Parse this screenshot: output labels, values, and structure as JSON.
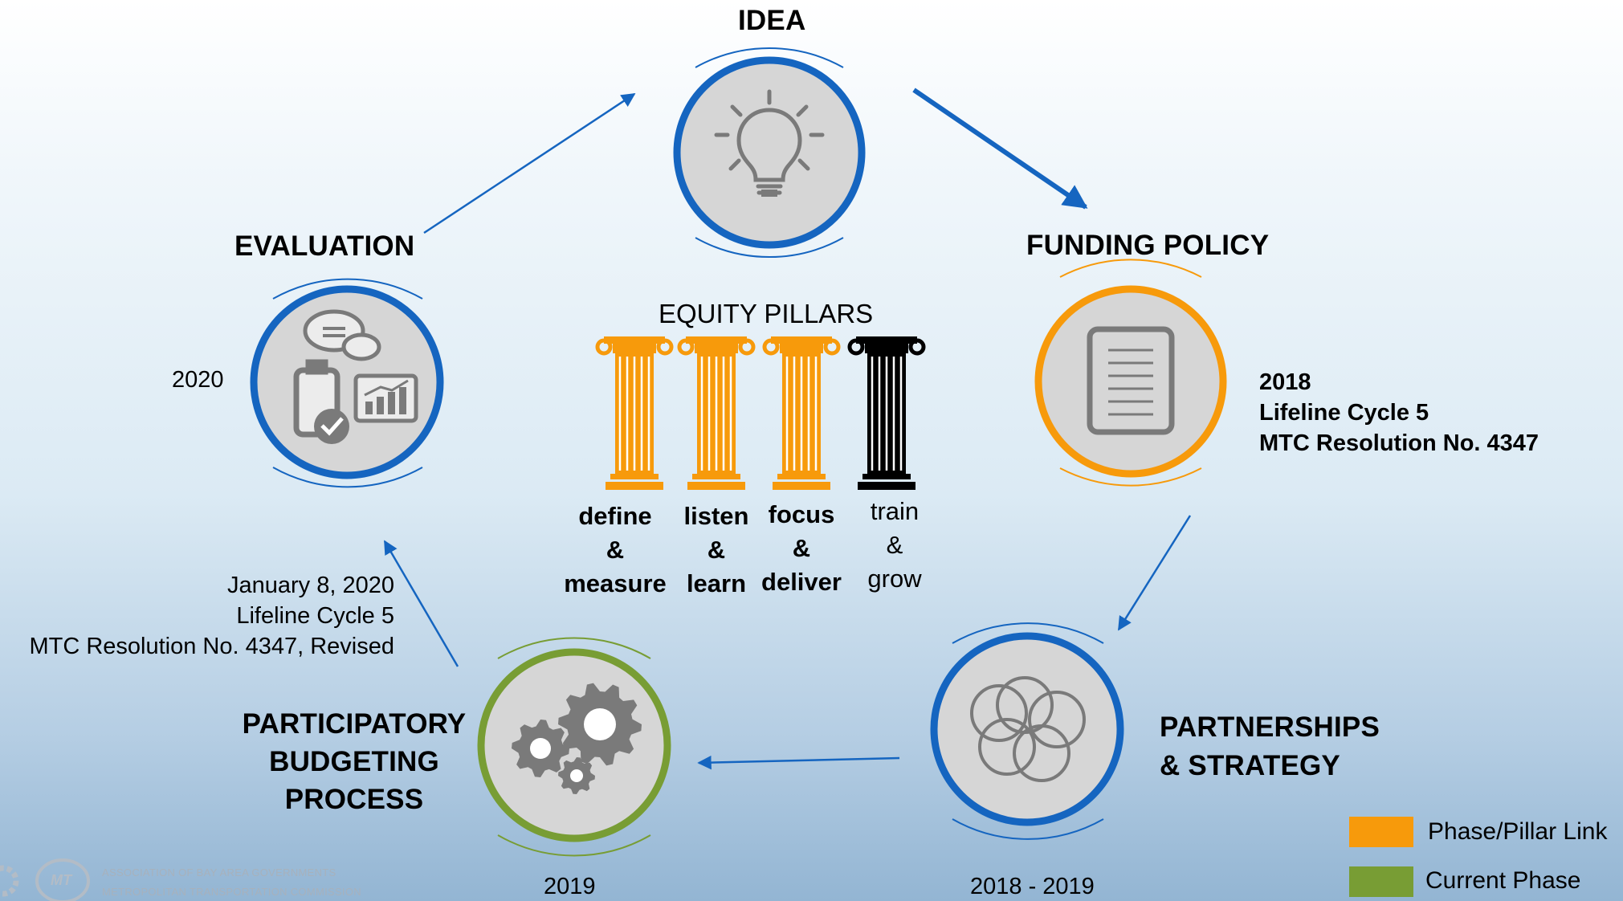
{
  "colors": {
    "blue": "#1565c0",
    "orange": "#f79a0b",
    "green": "#789d34",
    "icon_gray": "#7a7a7a",
    "circle_fill": "#d6d6d6"
  },
  "phases": {
    "idea": {
      "label": "IDEA",
      "icon": "lightbulb-icon",
      "ring": "blue"
    },
    "funding": {
      "label": "FUNDING POLICY",
      "icon": "document-icon",
      "ring": "orange",
      "year": "2018",
      "cycle": "Lifeline  Cycle 5",
      "resolution": "MTC Resolution No. 4347"
    },
    "partnerships": {
      "label_lines": [
        "PARTNERSHIPS",
        "& STRATEGY"
      ],
      "icon": "overlapping-circles-icon",
      "ring": "blue",
      "year": "2018 - 2019"
    },
    "pb": {
      "label_lines": [
        "PARTICIPATORY",
        "BUDGETING",
        "PROCESS"
      ],
      "icon": "gears-icon",
      "ring": "green",
      "year": "2019",
      "date": "January 8, 2020",
      "cycle": "Lifeline  Cycle 5",
      "resolution": "MTC Resolution No. 4347, Revised"
    },
    "evaluation": {
      "label": "EVALUATION",
      "icon": "evaluation-icon",
      "ring": "blue",
      "year": "2020"
    }
  },
  "equity": {
    "title": "EQUITY PILLARS",
    "pillars": [
      {
        "lines": [
          "define",
          "&",
          "measure"
        ],
        "color": "orange",
        "bold": true
      },
      {
        "lines": [
          "listen",
          "&",
          "learn"
        ],
        "color": "orange",
        "bold": true
      },
      {
        "lines": [
          "focus",
          "&",
          "deliver"
        ],
        "color": "orange",
        "bold": true
      },
      {
        "lines": [
          "train",
          "&",
          "grow"
        ],
        "color": "black",
        "bold": false
      }
    ]
  },
  "legend": [
    {
      "label": "Phase/Pillar Link",
      "color": "#f79a0b"
    },
    {
      "label": "Current Phase",
      "color": "#789d34"
    }
  ],
  "logo": {
    "initials": "MT",
    "line1": "ASSOCIATION OF BAY AREA GOVERNMENTS",
    "line2": "METROPOLITAN TRANSPORTATION COMMISSION"
  }
}
